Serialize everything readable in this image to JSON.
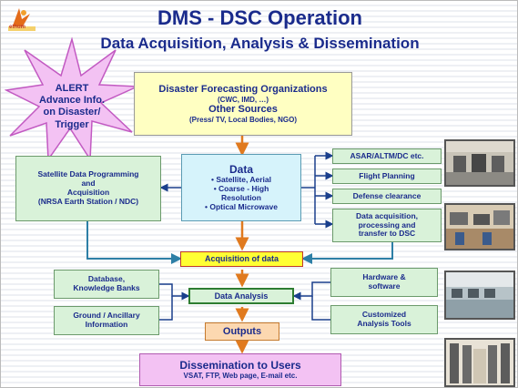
{
  "logo": {
    "text": "ethum"
  },
  "header": {
    "title": "DMS - DSC Operation",
    "subtitle": "Data Acquisition, Analysis & Dissemination"
  },
  "alert": {
    "line1": "ALERT",
    "line2": "Advance Info.",
    "line3": "on Disaster/",
    "line4": "Trigger"
  },
  "forecasting": {
    "title": "Disaster Forecasting Organizations",
    "orgs": "(CWC, IMD, …)",
    "other": "Other Sources",
    "other_list": "(Press/ TV, Local Bodies, NGO)"
  },
  "sat_prog": {
    "line1": "Satellite Data Programming",
    "line2": "and",
    "line3": "Acquisition",
    "line4": "(NRSA Earth Station / NDC)"
  },
  "data_box": {
    "title": "Data",
    "item1": "• Satellite, Aerial",
    "item2": "• Coarse - High",
    "item3": "Resolution",
    "item4": "• Optical Microwave"
  },
  "right": {
    "asar": "ASAR/ALTM/DC etc.",
    "flight": "Flight Planning",
    "defense": "Defense clearance",
    "acq1": "Data acquisition,",
    "acq2": "processing and",
    "acq3": "transfer to DSC",
    "hw1": "Hardware &",
    "hw2": "software",
    "ca1": "Customized",
    "ca2": "Analysis Tools"
  },
  "left": {
    "db1": "Database,",
    "db2": "Knowledge Banks",
    "ga1": "Ground / Ancillary",
    "ga2": "Information"
  },
  "flow": {
    "acquisition": "Acquisition of data",
    "analysis": "Data Analysis",
    "outputs": "Outputs",
    "dissemination": "Dissemination to Users",
    "dissemination_sub": "VSAT, FTP, Web page, E-mail etc."
  }
}
